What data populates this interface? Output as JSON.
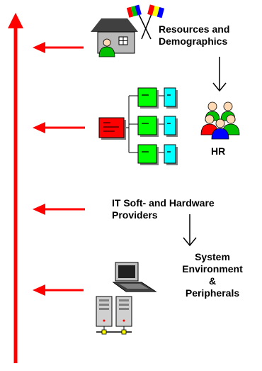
{
  "diagram": {
    "colors": {
      "axis": "#ff0000",
      "house_wall": "#b8b8b8",
      "org_root": "#ff0000",
      "org_box": "#00ff00",
      "org_side": "#00ffff",
      "shadow": "#808080"
    },
    "labels": {
      "resources_line1": "Resources and",
      "resources_line2": "Demographics",
      "hr": "HR",
      "it_line1": "IT Soft- and Hardware",
      "it_line2": "Providers",
      "sys_line1": "System",
      "sys_line2": "Environment",
      "sys_line3": "&",
      "sys_line4": "Peripherals"
    },
    "icons": [
      "house-icon",
      "flags-icon",
      "org-chart-icon",
      "people-group-icon",
      "laptop-icon",
      "servers-icon"
    ]
  }
}
